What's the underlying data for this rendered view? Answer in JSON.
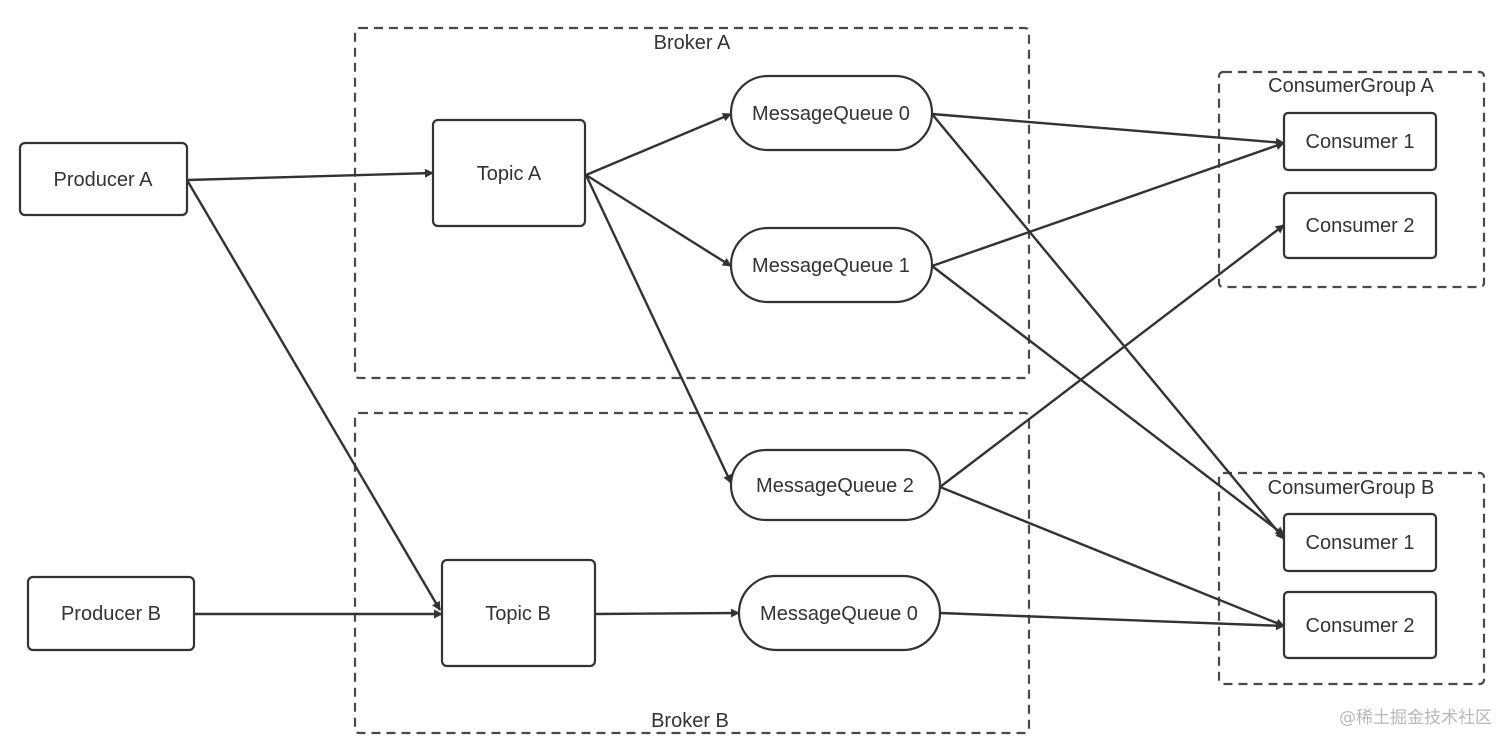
{
  "groups": {
    "broker_a": "Broker A",
    "broker_b": "Broker B",
    "consumer_group_a": "ConsumerGroup A",
    "consumer_group_b": "ConsumerGroup B"
  },
  "nodes": {
    "producer_a": "Producer A",
    "producer_b": "Producer B",
    "topic_a": "Topic A",
    "topic_b": "Topic B",
    "mq_a0": "MessageQueue 0",
    "mq_a1": "MessageQueue 1",
    "mq_a2": "MessageQueue 2",
    "mq_b0": "MessageQueue 0",
    "cga_c1": "Consumer 1",
    "cga_c2": "Consumer 2",
    "cgb_c1": "Consumer 1",
    "cgb_c2": "Consumer 2"
  },
  "edges": [
    [
      "producer_a",
      "topic_a"
    ],
    [
      "producer_a",
      "topic_b"
    ],
    [
      "producer_b",
      "topic_b"
    ],
    [
      "topic_a",
      "mq_a0"
    ],
    [
      "topic_a",
      "mq_a1"
    ],
    [
      "topic_a",
      "mq_a2"
    ],
    [
      "topic_b",
      "mq_b0"
    ],
    [
      "mq_a0",
      "cga_c1"
    ],
    [
      "mq_a0",
      "cgb_c1"
    ],
    [
      "mq_a1",
      "cga_c1"
    ],
    [
      "mq_a1",
      "cgb_c1"
    ],
    [
      "mq_a2",
      "cga_c2"
    ],
    [
      "mq_a2",
      "cgb_c2"
    ],
    [
      "mq_b0",
      "cgb_c2"
    ]
  ],
  "watermark": "@稀土掘金技术社区",
  "colors": {
    "line": "#333333",
    "box_border": "#333333",
    "background": "#ffffff"
  }
}
